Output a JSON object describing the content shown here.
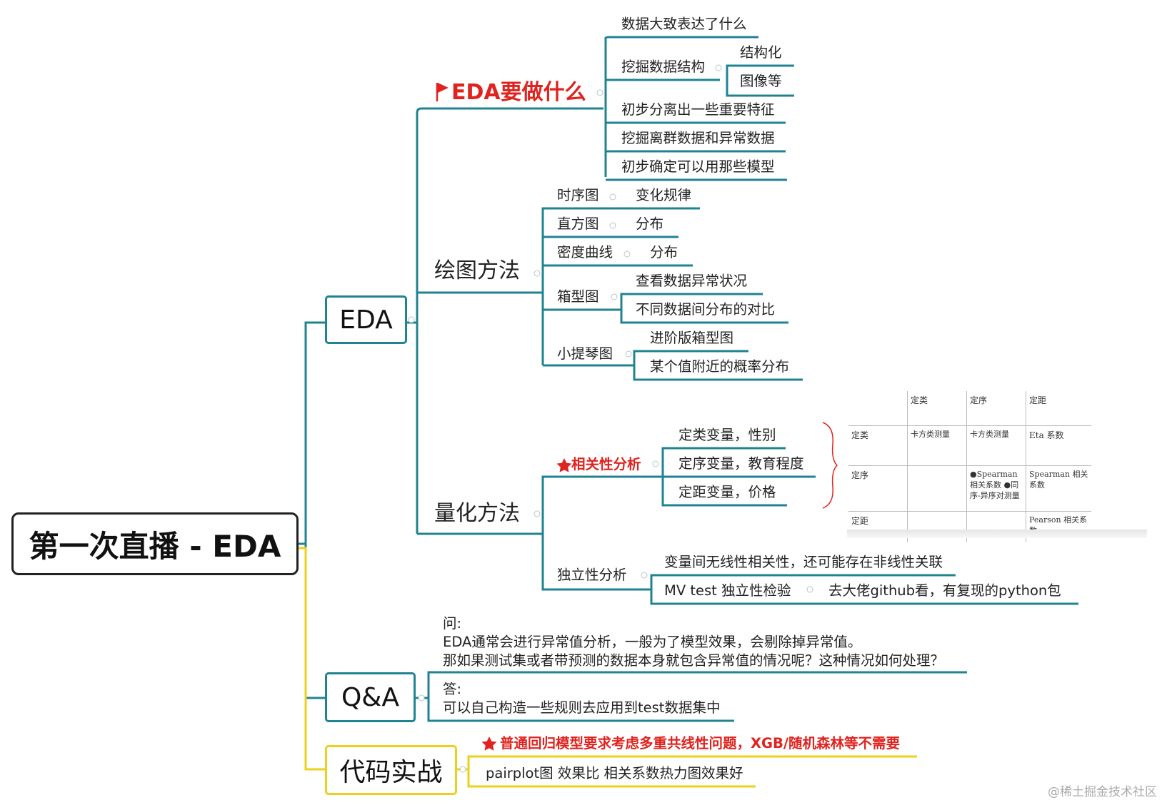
{
  "root": "第一次直播 - EDA",
  "eda": {
    "label": "EDA",
    "what": {
      "label": "EDA要做什么",
      "items": [
        "数据大致表达了什么",
        "挖掘数据结构",
        "初步分离出一些重要特征",
        "挖掘离群数据和异常数据",
        "初步确定可以用那些模型"
      ],
      "structure_children": [
        "结构化",
        "图像等"
      ]
    },
    "plot": {
      "label": "绘图方法",
      "items": [
        {
          "name": "时序图",
          "children": [
            "变化规律"
          ]
        },
        {
          "name": "直方图",
          "children": [
            "分布"
          ]
        },
        {
          "name": "密度曲线",
          "children": [
            "分布"
          ]
        },
        {
          "name": "箱型图",
          "children": [
            "查看数据异常状况",
            "不同数据间分布的对比"
          ]
        },
        {
          "name": "小提琴图",
          "children": [
            "进阶版箱型图",
            "某个值附近的概率分布"
          ]
        }
      ]
    },
    "quant": {
      "label": "量化方法",
      "corr": {
        "label": "相关性分析",
        "children": [
          "定类变量，性别",
          "定序变量，教育程度",
          "定距变量，价格"
        ]
      },
      "indep": {
        "label": "独立性分析",
        "children": [
          "变量间无线性相关性，还可能存在非线性关联",
          "MV test 独立性检验"
        ],
        "mv_child": "去大佬github看，有复现的python包"
      }
    },
    "table": {
      "header": [
        "",
        "定类",
        "定序",
        "定距"
      ],
      "rows": [
        [
          "定类",
          "卡方类测量",
          "卡方类测量",
          "Eta 系数"
        ],
        [
          "定序",
          "",
          "●Spearman 相关系数 ●同序-异序对测量",
          "Spearman 相关系数"
        ],
        [
          "定距",
          "",
          "",
          "Pearson 相关系数"
        ]
      ]
    }
  },
  "qa": {
    "label": "Q&A",
    "question": [
      "问:",
      "EDA通常会进行异常值分析，一般为了模型效果，会剔除掉异常值。",
      "那如果测试集或者带预测的数据本身就包含异常值的情况呢？这种情况如何处理？"
    ],
    "answer": [
      "答:",
      "可以自己构造一些规则去应用到test数据集中"
    ]
  },
  "code": {
    "label": "代码实战",
    "items": [
      "普通回归模型要求考虑多重共线性问题，XGB/随机森林等不需要",
      "pairplot图 效果比 相关系数热力图效果好"
    ]
  },
  "watermark": "@稀土掘金技术社区",
  "colors": {
    "teal": "#1f8391",
    "yellow": "#ecd11b",
    "red": "#e0231e"
  }
}
